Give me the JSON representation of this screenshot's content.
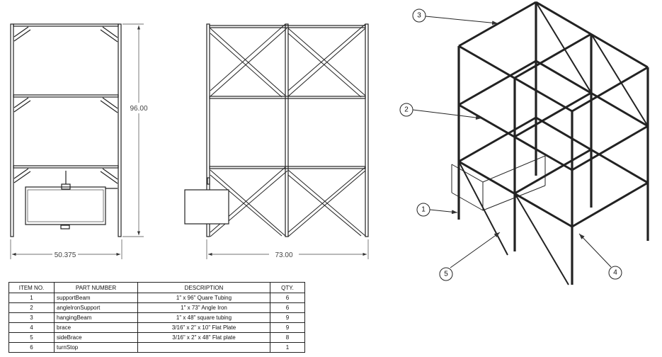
{
  "dimensions": {
    "front_height": "96.00",
    "front_width": "50.375",
    "side_width": "73.00"
  },
  "balloons": [
    "1",
    "2",
    "3",
    "4",
    "5"
  ],
  "bom": {
    "headers": [
      "ITEM NO.",
      "PART NUMBER",
      "DESCRIPTION",
      "QTY."
    ],
    "rows": [
      {
        "item": "1",
        "part": "supportBeam",
        "desc": "1\" x 96\" Quare Tubing",
        "qty": "6"
      },
      {
        "item": "2",
        "part": "angleIronSupport",
        "desc": "1\" x 73\" Angle Iron",
        "qty": "6"
      },
      {
        "item": "3",
        "part": "hangingBeam",
        "desc": "1\" x 48\" square tubing",
        "qty": "9"
      },
      {
        "item": "4",
        "part": "brace",
        "desc": "3/16\" x 2\" x 10\" Flat Plate",
        "qty": "9"
      },
      {
        "item": "5",
        "part": "sideBrace",
        "desc": "3/16\" x 2\" x 48\" Flat plate",
        "qty": "8"
      },
      {
        "item": "6",
        "part": "turnStop",
        "desc": "",
        "qty": "1"
      }
    ]
  }
}
